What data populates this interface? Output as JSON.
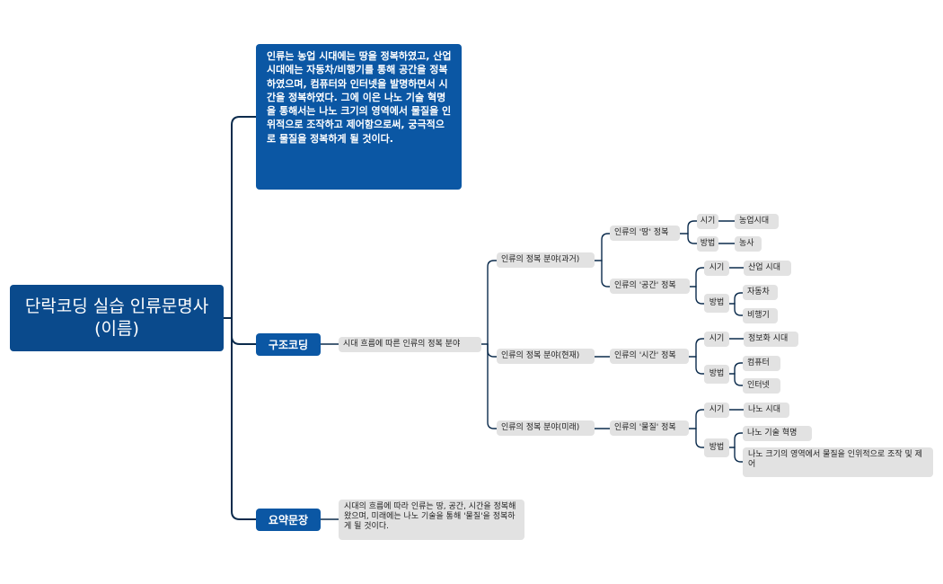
{
  "root": {
    "title": "단락코딩 실습 인류문명사(이름)"
  },
  "intro": {
    "text": "인류는 농업 시대에는 땅을 정복하였고, 산업 시대에는 자동차/비행기를 통해 공간을 정복하였으며, 컴퓨터와 인터넷을 발명하면서 시간을 정복하였다. 그에 이은 나노 기술 혁명을 통해서는 나노 크기의 영역에서 물질을 인위적으로 조작하고 제어함으로써, 궁극적으로 물질을 정복하게 될 것이다."
  },
  "structure": {
    "label": "구조코딩",
    "topic": "시대 흐름에 따른 인류의 정복 분야",
    "eras": [
      {
        "label": "인류의 정복 분야(과거)",
        "conquests": [
          {
            "label": "인류의 '땅' 정복",
            "period_label": "시기",
            "period": "농업시대",
            "method_label": "방법",
            "methods": [
              "농사"
            ]
          },
          {
            "label": "인류의 '공간' 정복",
            "period_label": "시기",
            "period": "산업 시대",
            "method_label": "방법",
            "methods": [
              "자동차",
              "비행기"
            ]
          }
        ]
      },
      {
        "label": "인류의 정복 분야(현재)",
        "conquests": [
          {
            "label": "인류의 '시간' 정복",
            "period_label": "시기",
            "period": "정보화 시대",
            "method_label": "방법",
            "methods": [
              "컴퓨터",
              "인터넷"
            ]
          }
        ]
      },
      {
        "label": "인류의 정복 분야(미래)",
        "conquests": [
          {
            "label": "인류의 '물질' 정복",
            "period_label": "시기",
            "period": "나노 시대",
            "method_label": "방법",
            "methods": [
              "나노 기술 혁명",
              "나노 크기의 영역에서 물질을 인위적으로 조작 및 제어"
            ]
          }
        ]
      }
    ]
  },
  "summary": {
    "label": "요약문장",
    "text": "시대의 흐름에 따라 인류는 땅, 공간, 시간을 정복해왔으며, 미래에는 나노 기술을 통해 '물질'을 정복하게 될 것이다."
  },
  "colors": {
    "root": "#0a4a8c",
    "branch": "#0b57a4",
    "leaf": "#e2e2e2",
    "line": "#0b2b4c"
  }
}
